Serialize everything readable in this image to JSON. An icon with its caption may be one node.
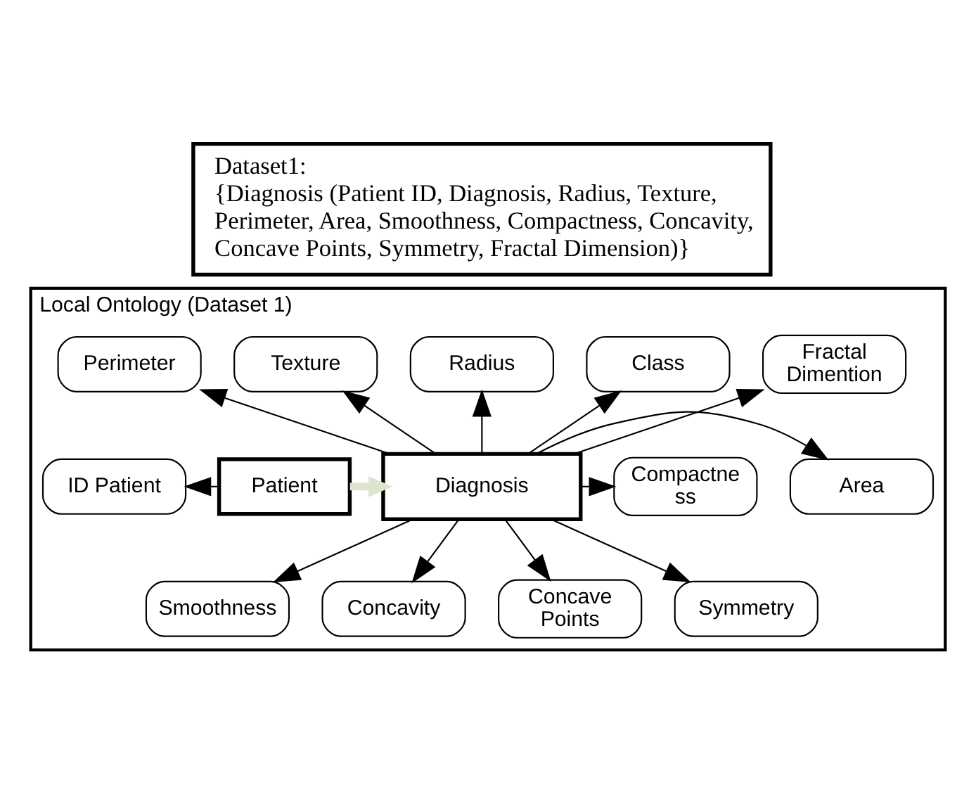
{
  "diagram": {
    "nodes": [
      {
        "text": [
          "Dataset1:",
          "{Diagnosis (Patient ID, Diagnosis, Radius, Texture, Perimeter, Area, Smoothness, Compactness, Concavity, Concave Points, Symmetry, Fractal Dimension)}"
        ]
      },
      {
        "text": [
          "Local Ontology (Dataset 1)"
        ]
      },
      {
        "text": [
          "ID Patient"
        ],
        "in": 1
      },
      {
        "text": [
          "Patient"
        ],
        "in": 1
      },
      {
        "text": [
          "Diagnosis"
        ],
        "in": 1
      },
      {
        "text": [
          "Fractal Dimention"
        ],
        "in": 1
      },
      {
        "text": [
          "Class"
        ],
        "in": 1
      },
      {
        "text": [
          "Radius"
        ],
        "in": 1
      },
      {
        "text": [
          "Texture"
        ],
        "in": 1
      },
      {
        "text": [
          "Perimeter"
        ],
        "in": 1
      },
      {
        "text": [
          "Area"
        ],
        "in": 1
      },
      {
        "text": [
          "Compactne ss"
        ],
        "in": 1
      },
      {
        "text": [
          "Smoothness"
        ],
        "in": 1
      },
      {
        "text": [
          "Concavity"
        ],
        "in": 1
      },
      {
        "text": [
          "Concave Points"
        ],
        "in": 1
      },
      {
        "text": [
          "Symmetry"
        ],
        "in": 1
      }
    ],
    "edges": [
      {
        "from": 3,
        "to": 2,
        "arrow": "to"
      },
      {
        "from": 3,
        "to": 4,
        "arrow": "to",
        "style": "thick",
        "color": "#dde5cf"
      },
      {
        "from": 4,
        "to": 5,
        "arrow": "to"
      },
      {
        "from": 4,
        "to": 6,
        "arrow": "to"
      },
      {
        "from": 4,
        "to": 7,
        "arrow": "to"
      },
      {
        "from": 4,
        "to": 8,
        "arrow": "to"
      },
      {
        "from": 4,
        "to": 9,
        "arrow": "to"
      },
      {
        "from": 4,
        "to": 10,
        "arrow": "to"
      },
      {
        "from": 4,
        "to": 11,
        "arrow": "to"
      },
      {
        "from": 4,
        "to": 12,
        "arrow": "to"
      },
      {
        "from": 4,
        "to": 13,
        "arrow": "to"
      },
      {
        "from": 4,
        "to": 14,
        "arrow": "to"
      },
      {
        "from": 4,
        "to": 15,
        "arrow": "to"
      }
    ]
  }
}
